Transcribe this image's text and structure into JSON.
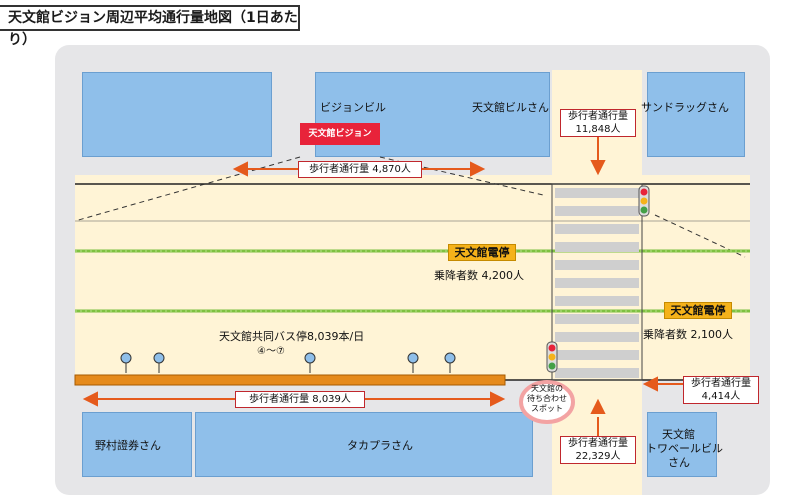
{
  "title": "天文館ビジョン周辺平均通行量地図（1日あたり）",
  "colors": {
    "building": "#8fbfea",
    "road": "#fff4d6",
    "accent_red": "#e8233a",
    "arrow": "#e55a1c",
    "stop_sign": "#f5b21a",
    "rail_green": "#7ec141"
  },
  "buildings": {
    "vision_building": "ビジョンビル",
    "tenmonkan_building": "天文館ビルさん",
    "sundrug": "サンドラッグさん",
    "nomura": "野村證券さん",
    "takapura": "タカプラさん",
    "tower": [
      "天文館",
      "トワベールビル",
      "さん"
    ]
  },
  "vision_sign": "天文館ビジョン",
  "counts": {
    "top_crossing": {
      "label": "歩行者通行量",
      "value": "11,848人"
    },
    "top_street": {
      "label": "歩行者通行量 4,870人"
    },
    "bottom_street": {
      "label": "歩行者通行量 8,039人"
    },
    "right_street": {
      "label": "歩行者通行量",
      "value": "4,414人"
    },
    "bottom_crossing": {
      "label": "歩行者通行量",
      "value": "22,329人"
    }
  },
  "tram_stops": [
    {
      "name": "天文館電停",
      "riders": "乗降者数 4,200人"
    },
    {
      "name": "天文館電停",
      "riders": "乗降者数 2,100人"
    }
  ],
  "bus_stop": {
    "name": "天文館共同バス停8,039本/日",
    "numbers": "④〜⑦"
  },
  "meeting_spot": [
    "天文館の",
    "待ち合わせ",
    "スポット"
  ]
}
